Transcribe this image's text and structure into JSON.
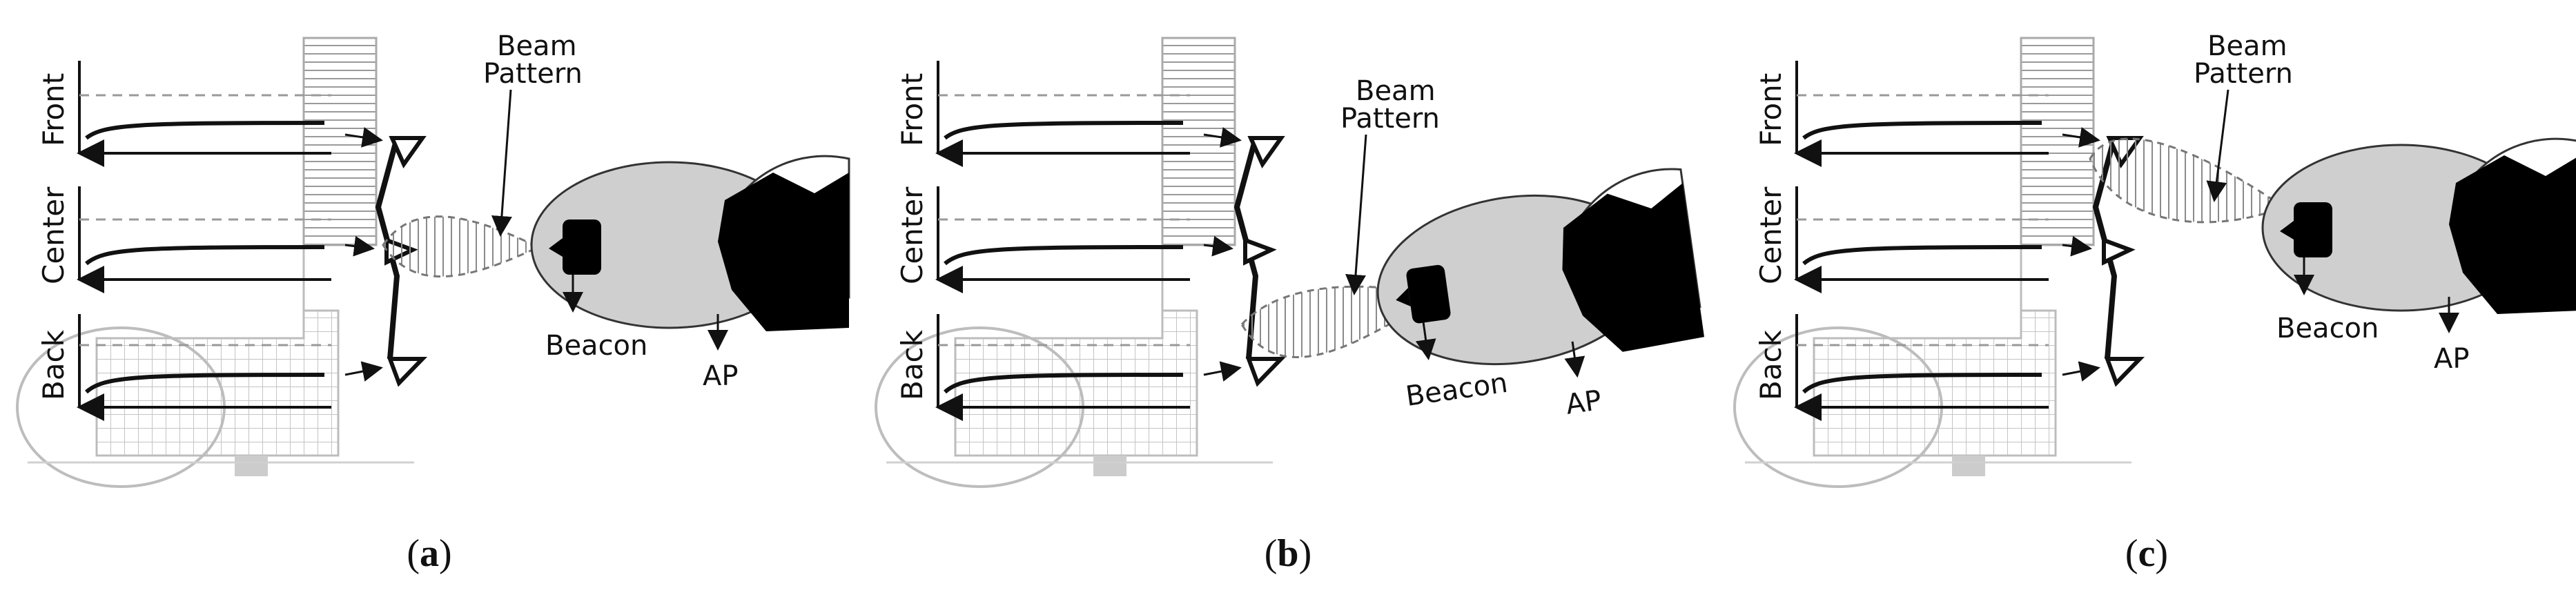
{
  "labels": {
    "front": "Front",
    "center": "Center",
    "back": "Back",
    "beam_line1": "Beam",
    "beam_line2": "Pattern",
    "beacon": "Beacon",
    "ap": "AP"
  },
  "panels": [
    {
      "letter": "a",
      "beam_target": "center"
    },
    {
      "letter": "b",
      "beam_target": "back"
    },
    {
      "letter": "c",
      "beam_target": "front"
    }
  ],
  "colors": {
    "ink": "#111111",
    "gray_fill": "#cfcfcf",
    "light_grid": "#bdbdbd",
    "dashed": "#999999"
  }
}
